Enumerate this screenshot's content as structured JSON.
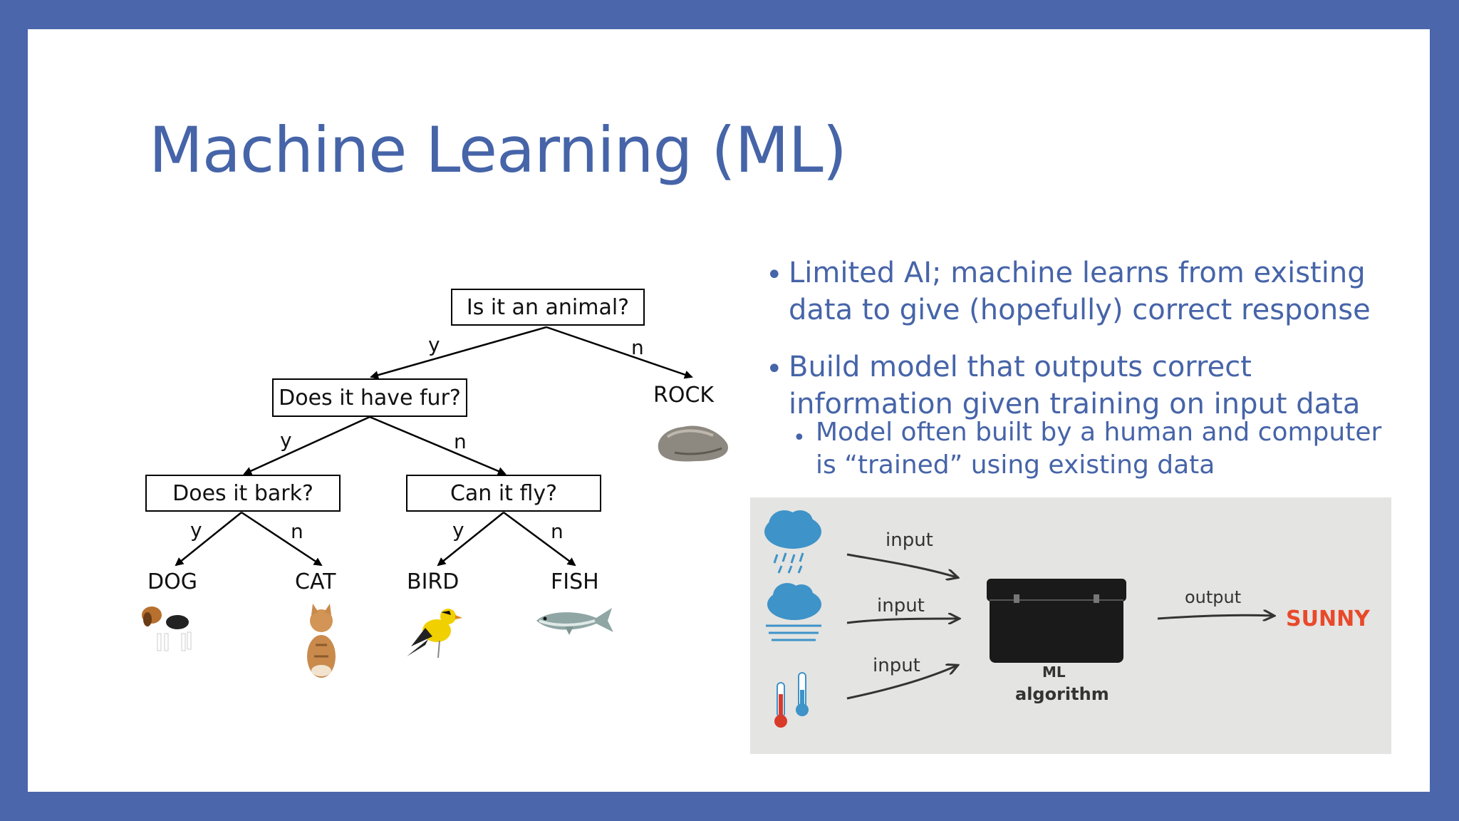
{
  "slide": {
    "title": "Machine Learning (ML)"
  },
  "tree": {
    "nodes": {
      "root": "Is it an animal?",
      "fur": "Does it have fur?",
      "bark": "Does it bark?",
      "fly": "Can it fly?"
    },
    "edges": {
      "yes": "y",
      "no": "n"
    },
    "leaves": {
      "rock": "ROCK",
      "dog": "DOG",
      "cat": "CAT",
      "bird": "BIRD",
      "fish": "FISH"
    }
  },
  "bullets": [
    {
      "line1": "Limited AI; machine learns from existing",
      "line2": "data to give (hopefully) correct response"
    },
    {
      "line1": "Build model that outputs correct",
      "line2": "information given training on input data"
    }
  ],
  "sub_bullet": {
    "line1": "Model often built by a human and computer",
    "line2": "is “trained” using existing data"
  },
  "ml_image": {
    "input_label": "input",
    "output_label": "output",
    "algo_label_1": "ML",
    "algo_label_2": "algorithm",
    "result": "SUNNY",
    "result_color": "#e8492b",
    "icons": [
      "rain-cloud-icon",
      "fog-cloud-icon",
      "thermometer-icon",
      "black-box-icon"
    ]
  },
  "colors": {
    "frame": "#4c66ab",
    "title": "#4664a8",
    "text": "#4664a8"
  }
}
